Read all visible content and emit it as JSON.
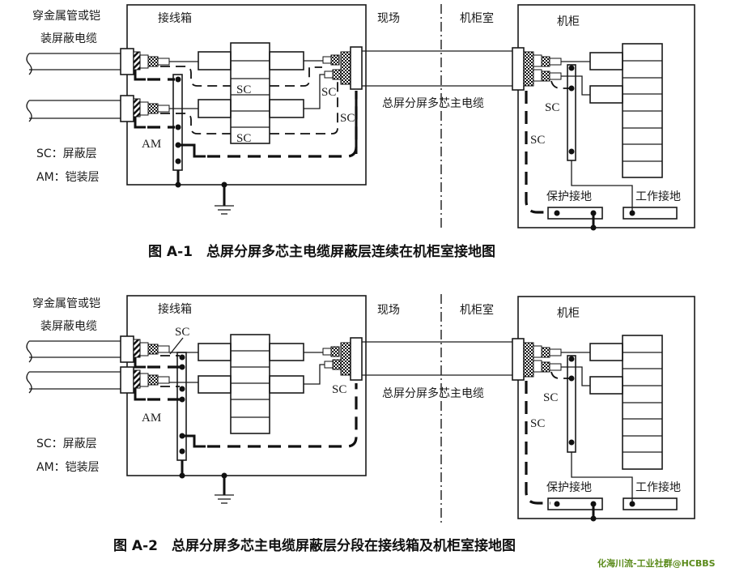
{
  "figure1": {
    "caption": "图 A-1　总屏分屏多芯主电缆屏蔽层连续在机柜室接地图",
    "labels": {
      "cable_line1": "穿金属管或铠",
      "cable_line2": "装屏蔽电缆",
      "junction_box": "接线箱",
      "field": "现场",
      "cabinet_room": "机柜室",
      "cabinet": "机柜",
      "main_cable": "总屏分屏多芯主电缆",
      "legend_sc": "SC：屏蔽层",
      "legend_am": "AM：铠装层",
      "am": "AM",
      "sc": "SC",
      "protective_ground": "保护接地",
      "working_ground": "工作接地"
    }
  },
  "figure2": {
    "caption": "图 A-2　总屏分屏多芯主电缆屏蔽层分段在接线箱及机柜室接地图",
    "labels": {
      "cable_line1": "穿金属管或铠",
      "cable_line2": "装屏蔽电缆",
      "junction_box": "接线箱",
      "field": "现场",
      "cabinet_room": "机柜室",
      "cabinet": "机柜",
      "main_cable": "总屏分屏多芯主电缆",
      "legend_sc": "SC：屏蔽层",
      "legend_am": "AM：铠装层",
      "am": "AM",
      "sc": "SC",
      "protective_ground": "保护接地",
      "working_ground": "工作接地"
    }
  },
  "watermark": "化海川流-工业社群@HCBBS"
}
